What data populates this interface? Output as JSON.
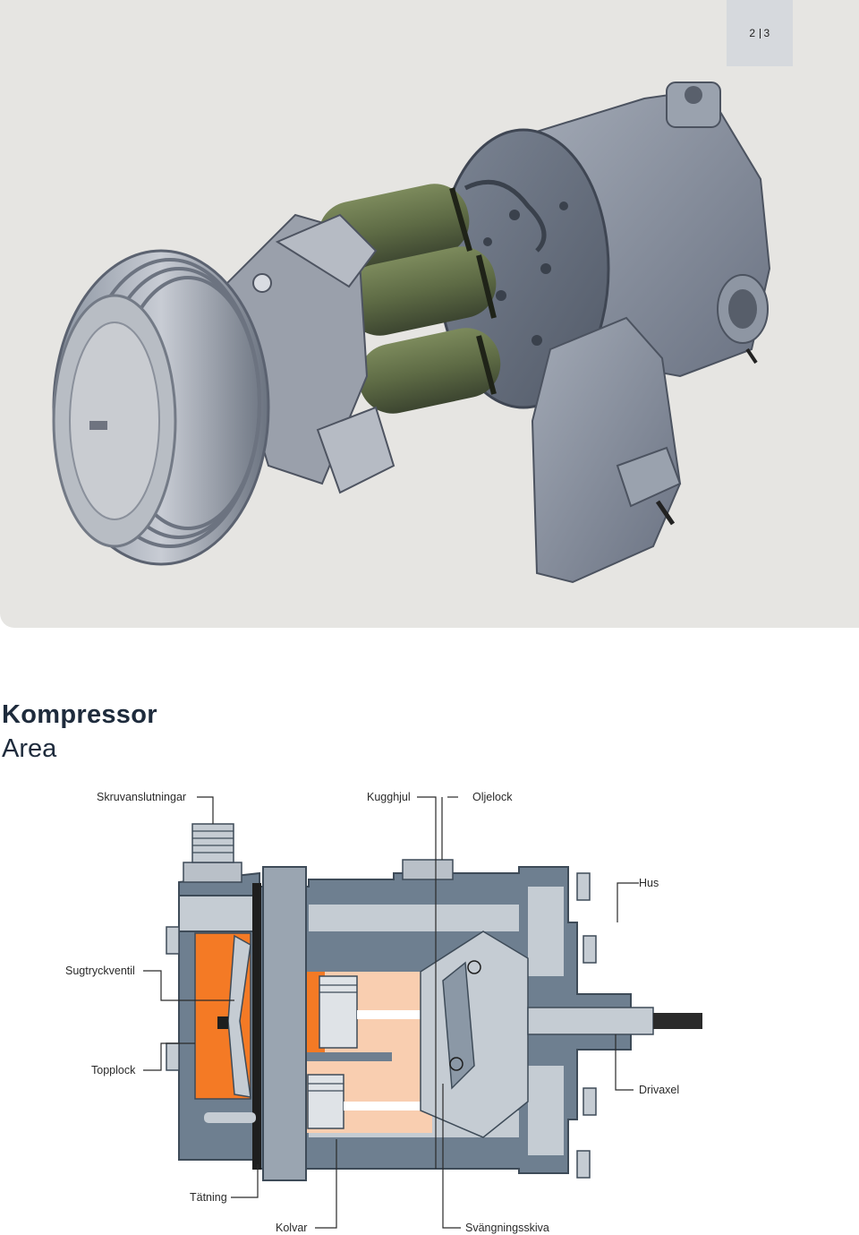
{
  "page_number": {
    "left": "2",
    "right": "3"
  },
  "heading": {
    "title": "Kompressor",
    "subtitle": "Area"
  },
  "hero": {
    "icon": "compressor-cutaway-render"
  },
  "diagram": {
    "labels": {
      "skruvanslutningar": "Skruvanslutningar",
      "kugghjul": "Kugghjul",
      "oljelock": "Oljelock",
      "hus": "Hus",
      "sugtryckventil": "Sugtryckventil",
      "topplock": "Topplock",
      "drivaxel": "Drivaxel",
      "tatning": "Tätning",
      "kolvar": "Kolvar",
      "svangningsskiva": "Svängningsskiva"
    },
    "colors": {
      "housing": "#6e7f90",
      "housing_dark": "#3e4b58",
      "cylinder": "#f9ceb0",
      "valve": "#f47a25",
      "light_metal": "#c5ccd3",
      "shaft": "#2a2a2a"
    }
  }
}
